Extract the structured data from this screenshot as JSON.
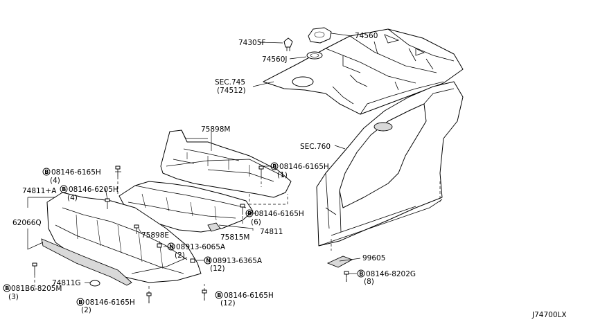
{
  "diagram_id": "J74700LX",
  "labels": {
    "p74305F": "74305F",
    "p74560": "74560",
    "p74560J": "74560J",
    "sec745": "SEC.745",
    "sec745_sub": "(74512)",
    "sec760": "SEC.760",
    "p75898M": "75898M",
    "b1_part": "08146-6165H",
    "b1_qty": "(4)",
    "b2_part": "08146-6165H",
    "b2_qty": "(1)",
    "p74811A": "74811+A",
    "b3_part": "08146-6205H",
    "b3_qty": "(4)",
    "p62066Q": "62066Q",
    "b4_part": "08146-6165H",
    "b4_qty": "(6)",
    "p74811": "74811",
    "p75815M": "75815M",
    "p75898E": "75898E",
    "n1_part": "08913-6065A",
    "n1_qty": "(2)",
    "n2_part": "08913-6365A",
    "n2_qty": "(12)",
    "p74811G": "74811G",
    "b5_part": "081B6-8205M",
    "b5_qty": "(3)",
    "b6_part": "08146-6165H",
    "b6_qty": "(2)",
    "b7_part": "08146-6165H",
    "b7_qty": "(12)",
    "p99605": "99605",
    "b8_part": "08146-8202G",
    "b8_qty": "(8)",
    "circle_b": "B",
    "circle_n": "N"
  }
}
